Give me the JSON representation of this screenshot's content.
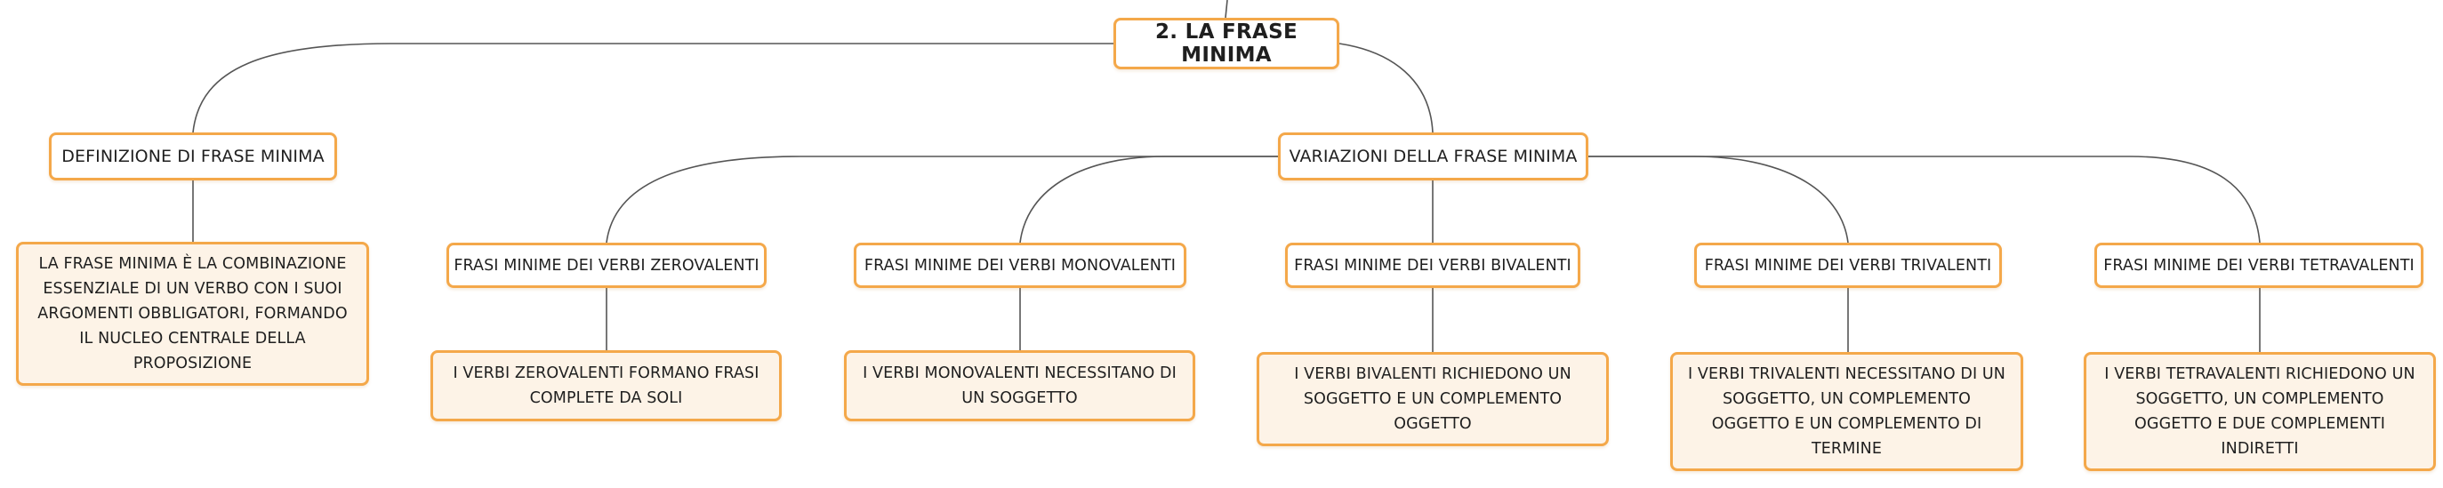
{
  "colors": {
    "node_border": "#f4a84a",
    "leaf_fill": "#fdf3e7",
    "connector": "#555555"
  },
  "root": {
    "label": "2. LA FRASE MINIMA"
  },
  "definition": {
    "label": "DEFINIZIONE DI FRASE MINIMA",
    "text": "LA FRASE MINIMA È LA COMBINAZIONE ESSENZIALE DI UN VERBO CON I SUOI ARGOMENTI OBBLIGATORI, FORMANDO IL NUCLEO CENTRALE DELLA PROPOSIZIONE"
  },
  "variations": {
    "label": "VARIAZIONI DELLA FRASE MINIMA",
    "items": [
      {
        "label": "FRASI MINIME DEI VERBI ZEROVALENTI",
        "text": "I VERBI ZEROVALENTI FORMANO FRASI COMPLETE DA SOLI"
      },
      {
        "label": "FRASI MINIME DEI VERBI MONOVALENTI",
        "text": "I VERBI MONOVALENTI NECESSITANO DI UN SOGGETTO"
      },
      {
        "label": "FRASI MINIME DEI VERBI BIVALENTI",
        "text": "I VERBI BIVALENTI RICHIEDONO UN SOGGETTO E UN COMPLEMENTO OGGETTO"
      },
      {
        "label": "FRASI MINIME DEI VERBI TRIVALENTI",
        "text": "I VERBI TRIVALENTI NECESSITANO DI UN SOGGETTO, UN COMPLEMENTO OGGETTO E UN COMPLEMENTO DI TERMINE"
      },
      {
        "label": "FRASI MINIME DEI VERBI TETRAVALENTI",
        "text": "I VERBI TETRAVALENTI RICHIEDONO UN SOGGETTO, UN COMPLEMENTO OGGETTO E DUE COMPLEMENTI INDIRETTI"
      }
    ]
  }
}
